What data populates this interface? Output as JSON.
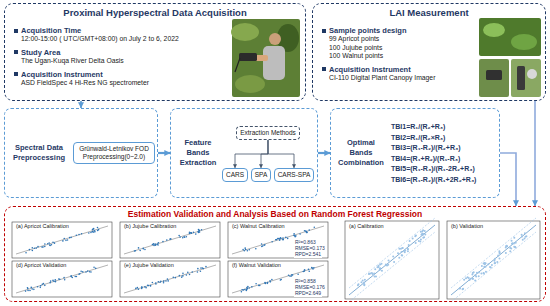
{
  "diagram": {
    "nodes": [
      {
        "text": [
          "Proximal Hyperspectral Data Acquisition",
          "Acquisition Time",
          "12:00-15:00 ( UTC/GMT+08:00) on July 2 to 6, 2022",
          "Study Area",
          "The Ugan-Kuqa River Delta Oasis",
          "Acquisition Instrument",
          "ASD FieldSpec 4 Hi-Res NG spectrometer"
        ]
      },
      {
        "text": [
          "LAI Measurement",
          "Sample points design",
          "99 Apricot points",
          "100 Jujube points",
          "100 Walnut points",
          "Acquisition Instrument",
          "CI-110 Digital Plant Canopy Imager"
        ]
      },
      {
        "text": [
          "Spectral Data Preprocessing"
        ]
      },
      {
        "text": [
          "Grünwald-Letnikov FOD Preprocessing(0~2.0)"
        ],
        "in": 2
      },
      {
        "text": [
          "Feature Bands Extraction"
        ]
      },
      {
        "text": [
          "Extraction Methods"
        ],
        "in": 4
      },
      {
        "text": [
          "CARS"
        ],
        "in": 4
      },
      {
        "text": [
          "SPA"
        ],
        "in": 4
      },
      {
        "text": [
          "CARS-SPA"
        ],
        "in": 4
      },
      {
        "text": [
          "Optimal Bands Combination",
          "TBI1=R₁/(R₂+R₃)",
          "TBI2=R₁/(R₂×R₃)",
          "TBI3=(R₁-R₂)/(R₂+R₃)",
          "TBI4=(R₁+R₂)/(R₁-R₃)",
          "TBI5=(R₁-R₃)/(R₁-2R₂+R₃)",
          "TBI6=(R₁-R₂)/(R₁+2R₂+R₃)"
        ]
      },
      {
        "text": [
          "Estimation Validation and Analysis Based on Random Forest Regression"
        ]
      }
    ],
    "edges": [
      {
        "from": 0,
        "to": 2,
        "arrow": "to"
      },
      {
        "from": 1,
        "to": 10,
        "arrow": "to"
      },
      {
        "from": 2,
        "to": 4,
        "arrow": "to"
      },
      {
        "from": 4,
        "to": 9,
        "arrow": "to"
      },
      {
        "from": 9,
        "to": 10,
        "arrow": "to"
      },
      {
        "from": 5,
        "to": 6,
        "arrow": "to"
      },
      {
        "from": 5,
        "to": 7,
        "arrow": "to"
      },
      {
        "from": 5,
        "to": 8,
        "arrow": "to"
      }
    ],
    "labels": [
      "(a) Apricot Calibration",
      "(b) Jujube Calibration",
      "(c) Walnut Calibration",
      "(d) Apricot Validation",
      "(e) Jujube Validation",
      "(f) Walnut Validation",
      "R²=0.863",
      "RMSE=0.173",
      "RPD=2.541",
      "R²=0.858",
      "RMSE=0.176",
      "RPD=2.649",
      "(a) Calibration",
      "(b) Validation"
    ]
  }
}
